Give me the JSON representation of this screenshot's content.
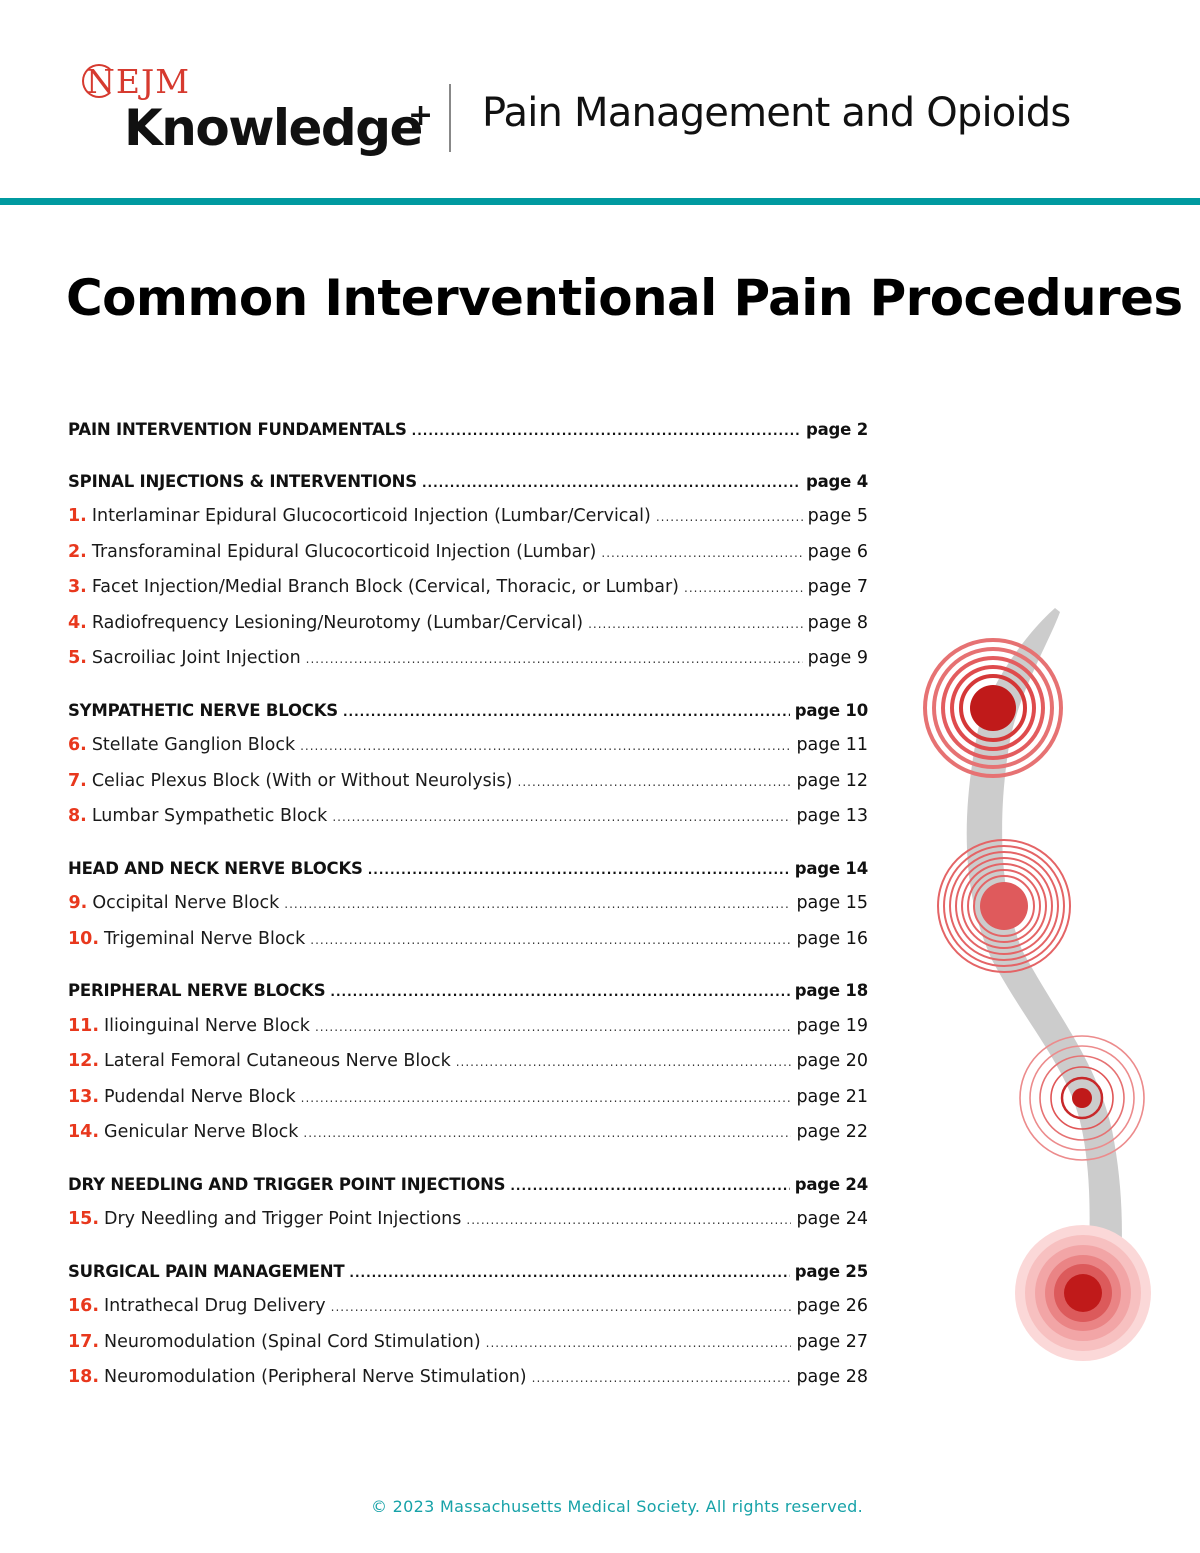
{
  "header": {
    "brand_top": "NEJM",
    "brand_main": "Knowledge",
    "brand_sup": "+",
    "subtitle": "Pain Management and Opioids",
    "accent_color": "#009aa0",
    "brand_red": "#d63a2f"
  },
  "title": "Common Interventional Pain Procedures",
  "toc": {
    "number_color": "#e8381d",
    "sections": [
      {
        "label": "PAIN INTERVENTION FUNDAMENTALS",
        "page": "page 2",
        "items": []
      },
      {
        "label": "SPINAL INJECTIONS & INTERVENTIONS",
        "page": "page 4",
        "items": [
          {
            "num": "1.",
            "label": "Interlaminar Epidural Glucocorticoid Injection (Lumbar/Cervical)",
            "page": "page 5"
          },
          {
            "num": "2.",
            "label": "Transforaminal Epidural Glucocorticoid Injection (Lumbar)",
            "page": "page 6"
          },
          {
            "num": "3.",
            "label": "Facet Injection/Medial Branch Block (Cervical, Thoracic, or Lumbar)",
            "page": "page 7"
          },
          {
            "num": "4.",
            "label": "Radiofrequency Lesioning/Neurotomy (Lumbar/Cervical)",
            "page": "page 8"
          },
          {
            "num": "5.",
            "label": "Sacroiliac Joint Injection",
            "page": "page 9"
          }
        ]
      },
      {
        "label": "SYMPATHETIC NERVE BLOCKS",
        "page": "page 10",
        "items": [
          {
            "num": "6.",
            "label": "Stellate Ganglion Block",
            "page": "page 11"
          },
          {
            "num": "7.",
            "label": "Celiac Plexus Block (With or Without Neurolysis)",
            "page": "page 12"
          },
          {
            "num": "8.",
            "label": "Lumbar Sympathetic Block",
            "page": "page 13"
          }
        ]
      },
      {
        "label": "HEAD AND NECK NERVE BLOCKS",
        "page": "page 14",
        "items": [
          {
            "num": "9.",
            "label": "Occipital Nerve Block",
            "page": "page 15"
          },
          {
            "num": "10.",
            "label": "Trigeminal Nerve Block",
            "page": "page 16"
          }
        ]
      },
      {
        "label": "PERIPHERAL NERVE BLOCKS",
        "page": "page 18",
        "items": [
          {
            "num": "11.",
            "label": "Ilioinguinal Nerve Block",
            "page": "page 19"
          },
          {
            "num": "12.",
            "label": "Lateral Femoral Cutaneous Nerve Block",
            "page": "page 20"
          },
          {
            "num": "13.",
            "label": "Pudendal Nerve Block",
            "page": "page 21"
          },
          {
            "num": "14.",
            "label": "Genicular Nerve Block",
            "page": "page 22"
          }
        ]
      },
      {
        "label": "DRY NEEDLING AND TRIGGER POINT INJECTIONS",
        "page": "page 24",
        "items": [
          {
            "num": "15.",
            "label": "Dry Needling and Trigger Point Injections",
            "page": "page 24"
          }
        ]
      },
      {
        "label": "SURGICAL PAIN MANAGEMENT",
        "page": "page 25",
        "items": [
          {
            "num": "16.",
            "label": "Intrathecal Drug Delivery",
            "page": "page 26"
          },
          {
            "num": "17.",
            "label": "Neuromodulation (Spinal Cord Stimulation)",
            "page": "page 27"
          },
          {
            "num": "18.",
            "label": "Neuromodulation (Peripheral Nerve Stimulation)",
            "page": "page 28"
          }
        ]
      }
    ]
  },
  "graphic": {
    "name": "spine-pain-points-illustration",
    "spine_color": "#cfcfcf",
    "ring_color": "#e2595a",
    "core_color": "#c01a1a"
  },
  "footer": {
    "copyright": "© 2023 Massachusetts Medical Society. All rights reserved."
  }
}
